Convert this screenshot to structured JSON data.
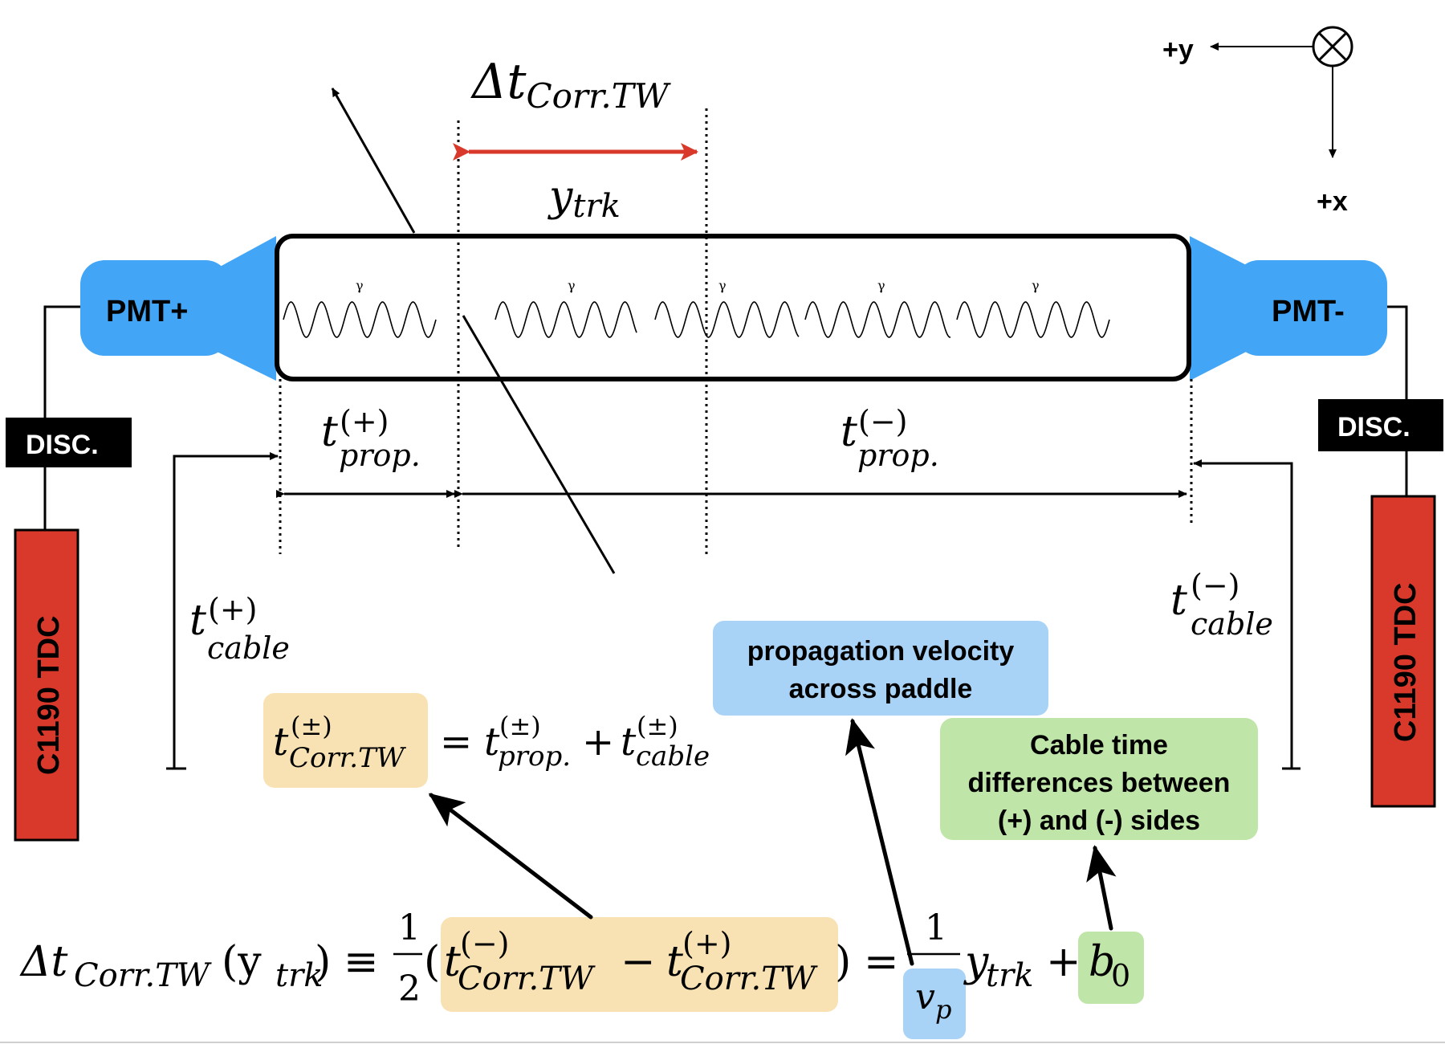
{
  "colors": {
    "pmt": "#42a5f5",
    "tdc": "#d9392b",
    "disc": "#000000",
    "arrow_red": "#d9392b",
    "box_orange": "#f8e2b3",
    "box_blue": "#a9d2f7",
    "box_green": "#bfe6a8"
  },
  "axes": {
    "y_label": "+y",
    "x_label": "+x"
  },
  "pmt": {
    "left_label": "PMT+",
    "right_label": "PMT-"
  },
  "disc": {
    "left_label": "DISC.",
    "right_label": "DISC."
  },
  "tdc": {
    "left_label": "C1190 TDC",
    "right_label": "C1190 TDC"
  },
  "photon_symbol": "γ",
  "math": {
    "delta_t_top": {
      "base": "Δt",
      "sub": "Corr.TW"
    },
    "y_trk": {
      "base": "y",
      "sub": "trk"
    },
    "t_prop_plus": {
      "base": "t",
      "sup": "(+)",
      "sub": "prop."
    },
    "t_prop_minus": {
      "base": "t",
      "sup": "(−)",
      "sub": "prop."
    },
    "t_cable_plus": {
      "base": "t",
      "sup": "(+)",
      "sub": "cable"
    },
    "t_cable_minus": {
      "base": "t",
      "sup": "(−)",
      "sub": "cable"
    },
    "equation1": {
      "lhs_base": "t",
      "lhs_sup": "(±)",
      "lhs_sub": "Corr.TW",
      "eq": "=",
      "t1_base": "t",
      "t1_sup": "(±)",
      "t1_sub": "prop.",
      "plus": "+",
      "t2_base": "t",
      "t2_sup": "(±)",
      "t2_sub": "cable"
    },
    "equation2": {
      "lhs_base": "Δt",
      "lhs_sub": "Corr.TW",
      "lhs_arg": "(y",
      "lhs_arg_sub": "trk",
      "lhs_arg_close": ")",
      "equiv": "≡",
      "half_num": "1",
      "half_den": "2",
      "open": "(",
      "a_base": "t",
      "a_sup": "(−)",
      "a_sub": "Corr.TW",
      "minus": "−",
      "b_base": "t",
      "b_sup": "(+)",
      "b_sub": "Corr.TW",
      "close": ")",
      "eq": "=",
      "vp_num": "1",
      "vp_base": "v",
      "vp_sub": "p",
      "y_base": "y",
      "y_sub": "trk",
      "plus": "+",
      "b0_base": "b",
      "b0_sub": "0"
    }
  },
  "annotations": {
    "velocity_line1": "propagation velocity",
    "velocity_line2": "across paddle",
    "cable_line1": "Cable time",
    "cable_line2": "differences between",
    "cable_line3": "(+) and (-) sides"
  }
}
